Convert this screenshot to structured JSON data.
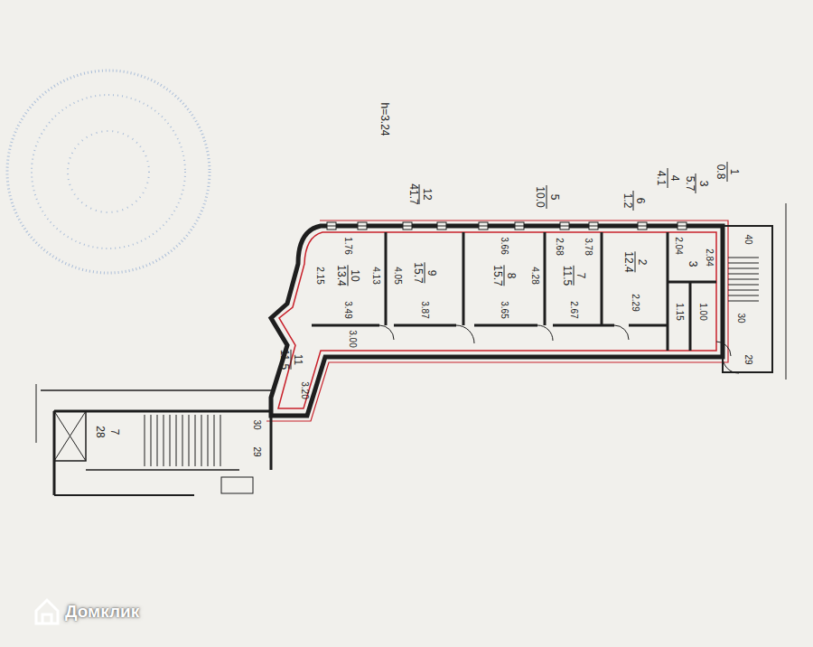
{
  "diagram": {
    "nodes": [
      {
        "text": [
          "10",
          "13.4"
        ]
      },
      {
        "text": [
          "9",
          "15.7"
        ]
      },
      {
        "text": [
          "8",
          "15.7"
        ]
      },
      {
        "text": [
          "7",
          "11.5"
        ]
      },
      {
        "text": [
          "2",
          "12.4"
        ]
      },
      {
        "text": [
          "3"
        ]
      },
      {
        "text": [
          "11",
          "11.5"
        ]
      }
    ],
    "labels": [
      "h=3.24",
      "1",
      "0.8",
      "3",
      "5.7",
      "4",
      "4.1",
      "6",
      "1.2",
      "5",
      "10.0",
      "12",
      "41.7",
      "1.76",
      "4.13",
      "2.15",
      "3.49",
      "4.05",
      "3.87",
      "3.66",
      "4.28",
      "3.65",
      "2.68",
      "3.78",
      "2.67",
      "2.29",
      "2.04",
      "2.84",
      "1.15",
      "1.00",
      "3.00",
      "3.20",
      "28",
      "7",
      "30",
      "29",
      "40",
      "30",
      "29",
      "Домклик"
    ]
  }
}
